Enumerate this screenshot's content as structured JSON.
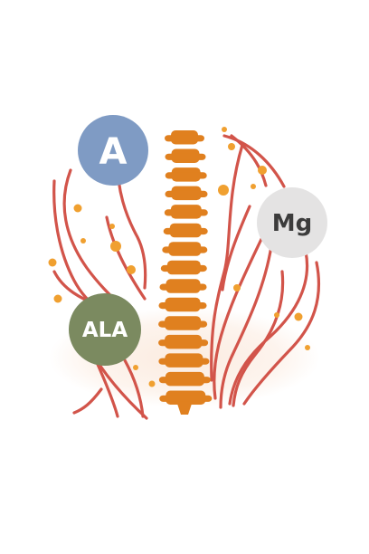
{
  "colors": {
    "nerve": "#d2544a",
    "spine": "#e0801f",
    "dot": "#f0a030",
    "glow": "#fbe9dc",
    "badge_a": "#7f9bc4",
    "badge_mg": "#e4e3e3",
    "badge_ala": "#7b8a60",
    "badge_text_light": "#ffffff",
    "badge_text_dark": "#3c3c3c"
  },
  "badges": {
    "a": {
      "label": "A",
      "icon": "vitamin-a-badge"
    },
    "mg": {
      "label": "Mg",
      "icon": "magnesium-badge"
    },
    "ala": {
      "label": "ALA",
      "icon": "alpha-lipoic-acid-badge"
    }
  },
  "icons": {
    "spine": "spine-icon",
    "nerves": "nerve-fibers-icon",
    "particles": "nutrient-particles-icon"
  }
}
